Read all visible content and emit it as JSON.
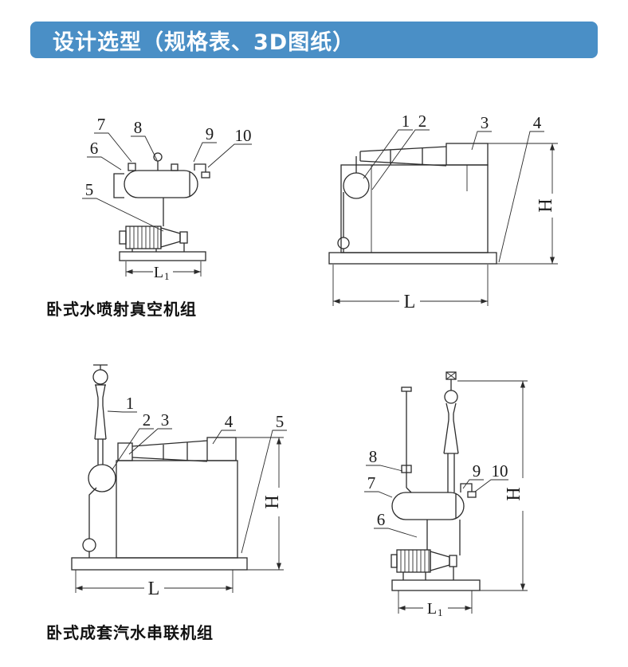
{
  "header": {
    "title": "设计选型（规格表、3D图纸）",
    "bg_color": "#4a8fc6",
    "text_color": "#ffffff"
  },
  "captions": {
    "water_jet": "卧式水喷射真空机组",
    "steam_water": "卧式成套汽水串联机组"
  },
  "figures": {
    "water_jet_detail": {
      "callouts": {
        "c5": "5",
        "c6": "6",
        "c7": "7",
        "c8": "8",
        "c9": "9",
        "c10": "10"
      },
      "dims": {
        "l1_base": "L",
        "l1_sub": "1"
      }
    },
    "water_jet_overall": {
      "callouts": {
        "c1": "1",
        "c2": "2",
        "c3": "3",
        "c4": "4"
      },
      "dims": {
        "l": "L",
        "h": "H"
      }
    },
    "steam_water_overall": {
      "callouts": {
        "c1": "1",
        "c2": "2",
        "c3": "3",
        "c4": "4",
        "c5": "5"
      },
      "dims": {
        "l": "L",
        "h": "H"
      }
    },
    "steam_water_detail": {
      "callouts": {
        "c6": "6",
        "c7": "7",
        "c8": "8",
        "c9": "9",
        "c10": "10"
      },
      "dims": {
        "l1_base": "L",
        "l1_sub": "1",
        "h": "H"
      }
    }
  },
  "colors": {
    "line": "#2b2b2b"
  }
}
